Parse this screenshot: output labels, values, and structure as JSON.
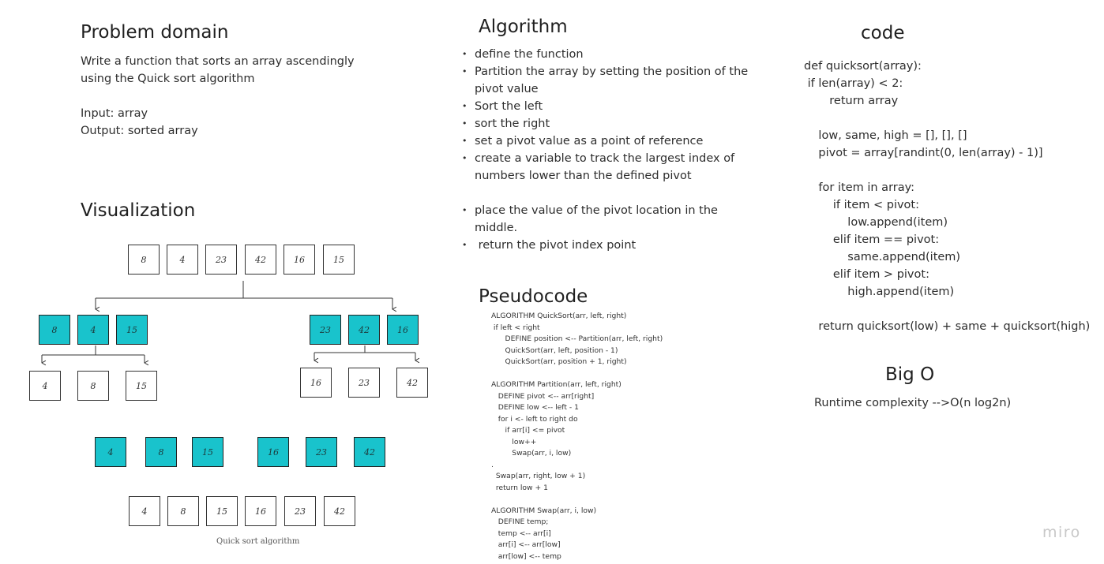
{
  "problem": {
    "title": "Problem domain",
    "lines": [
      "Write a function that sorts an array ascendingly",
      "using the Quick sort algorithm",
      "",
      "Input: array",
      "Output: sorted array"
    ]
  },
  "visualization": {
    "title": "Visualization",
    "top_row": [
      "8",
      "4",
      "23",
      "42",
      "16",
      "15"
    ],
    "left_partition": [
      "8",
      "4",
      "15"
    ],
    "right_partition": [
      "23",
      "42",
      "16"
    ],
    "left_sorted": [
      "4",
      "8",
      "15"
    ],
    "right_sorted": [
      "16",
      "23",
      "42"
    ],
    "merged_left": [
      "4",
      "8",
      "15"
    ],
    "merged_right": [
      "16",
      "23",
      "42"
    ],
    "final_row": [
      "4",
      "8",
      "15",
      "16",
      "23",
      "42"
    ],
    "caption": "Quick sort algorithm",
    "accent_color": "#19c3cc"
  },
  "algorithm": {
    "title": "Algorithm",
    "items": [
      "define the function",
      "Partition the array by setting the position of the",
      "pivot value",
      "Sort the left",
      "sort the right",
      "set a pivot value as a point of reference",
      "create a variable to track the largest index of",
      "numbers lower than the defined pivot",
      "",
      "place the value of the pivot location in the",
      "middle.",
      " return the pivot index point"
    ]
  },
  "pseudocode": {
    "title": "Pseudocode",
    "text": "ALGORITHM QuickSort(arr, left, right)\n if left < right\n      DEFINE position <-- Partition(arr, left, right)\n      QuickSort(arr, left, position - 1)\n      QuickSort(arr, position + 1, right)\n\nALGORITHM Partition(arr, left, right)\n   DEFINE pivot <-- arr[right]\n   DEFINE low <-- left - 1\n   for i <- left to right do\n      if arr[i] <= pivot\n         low++\n         Swap(arr, i, low)\n.\n  Swap(arr, right, low + 1)\n  return low + 1\n\nALGORITHM Swap(arr, i, low)\n   DEFINE temp;\n   temp <-- arr[i]\n   arr[i] <-- arr[low]\n   arr[low] <-- temp"
  },
  "code": {
    "title": "code",
    "text": "def quicksort(array):\n if len(array) < 2:\n       return array\n\n    low, same, high = [], [], []\n    pivot = array[randint(0, len(array) - 1)]\n\n    for item in array:\n        if item < pivot:\n            low.append(item)\n        elif item == pivot:\n            same.append(item)\n        elif item > pivot:\n            high.append(item)\n\n    return quicksort(low) + same + quicksort(high)"
  },
  "bigo": {
    "title": "Big O",
    "text": "Runtime complexity -->O(n log2n)"
  },
  "brand": {
    "logo": "miro"
  }
}
